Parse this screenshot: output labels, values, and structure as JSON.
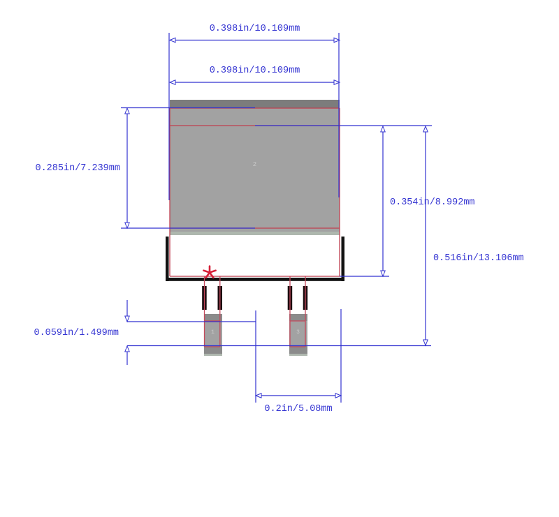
{
  "drawing": {
    "type": "pcb-footprint-land-pattern",
    "dimensions": {
      "top_width": "0.398in/10.109mm",
      "pad_width": "0.398in/10.109mm",
      "tab_height": "0.285in/7.239mm",
      "body_to_pad": "0.354in/8.992mm",
      "overall_length": "0.516in/13.106mm",
      "pin_pad_length": "0.059in/1.499mm",
      "pin_pitch": "0.2in/5.08mm"
    },
    "pads": {
      "tab_label": "2",
      "pin1_label": "1",
      "pin3_label": "3"
    },
    "markers": {
      "pin1_indicator": "*"
    },
    "colors": {
      "dimension_blue": "#3232d0",
      "outline_red": "#c04050",
      "marker_crimson": "#d62038",
      "pad_gray": "#a2a2a2",
      "pad_dark_gray": "#7c7c7c",
      "pad_edge_green": "#aeb7ae",
      "silkscreen_black": "#121212",
      "pin_lead_black": "#1c0d10"
    }
  }
}
